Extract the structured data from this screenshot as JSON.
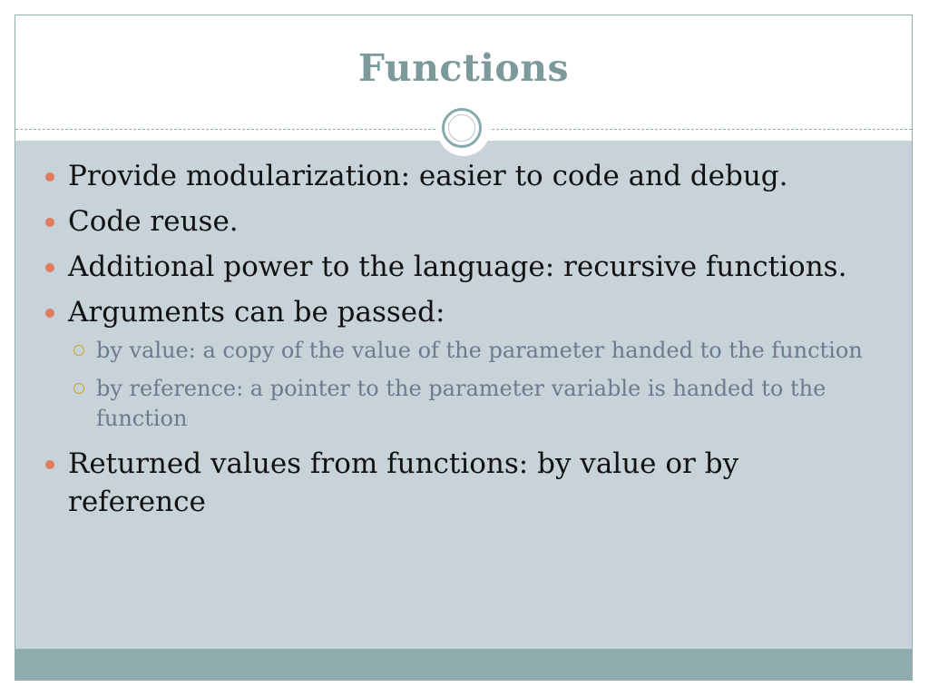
{
  "slide": {
    "title": "Functions",
    "bullets": [
      {
        "text": "Provide modularization: easier to code and debug."
      },
      {
        "text": "Code reuse."
      },
      {
        "text": "Additional power to the language: recursive functions."
      },
      {
        "text": "Arguments can be passed:"
      },
      {
        "text": "Returned values from functions: by value or by reference"
      }
    ],
    "sub_bullets": [
      {
        "text": "by value: a copy of the value of the parameter handed to the function"
      },
      {
        "text": "by reference: a pointer to the parameter variable is handed to the function"
      }
    ]
  },
  "colors": {
    "title": "#7c9a9c",
    "content_background": "#c8d3d9",
    "footer_band": "#8eacad",
    "bullet": "#e17b5e",
    "sub_bullet_ring": "#c9a52e",
    "sub_text": "#6a7b8e",
    "body_text": "#111111"
  }
}
